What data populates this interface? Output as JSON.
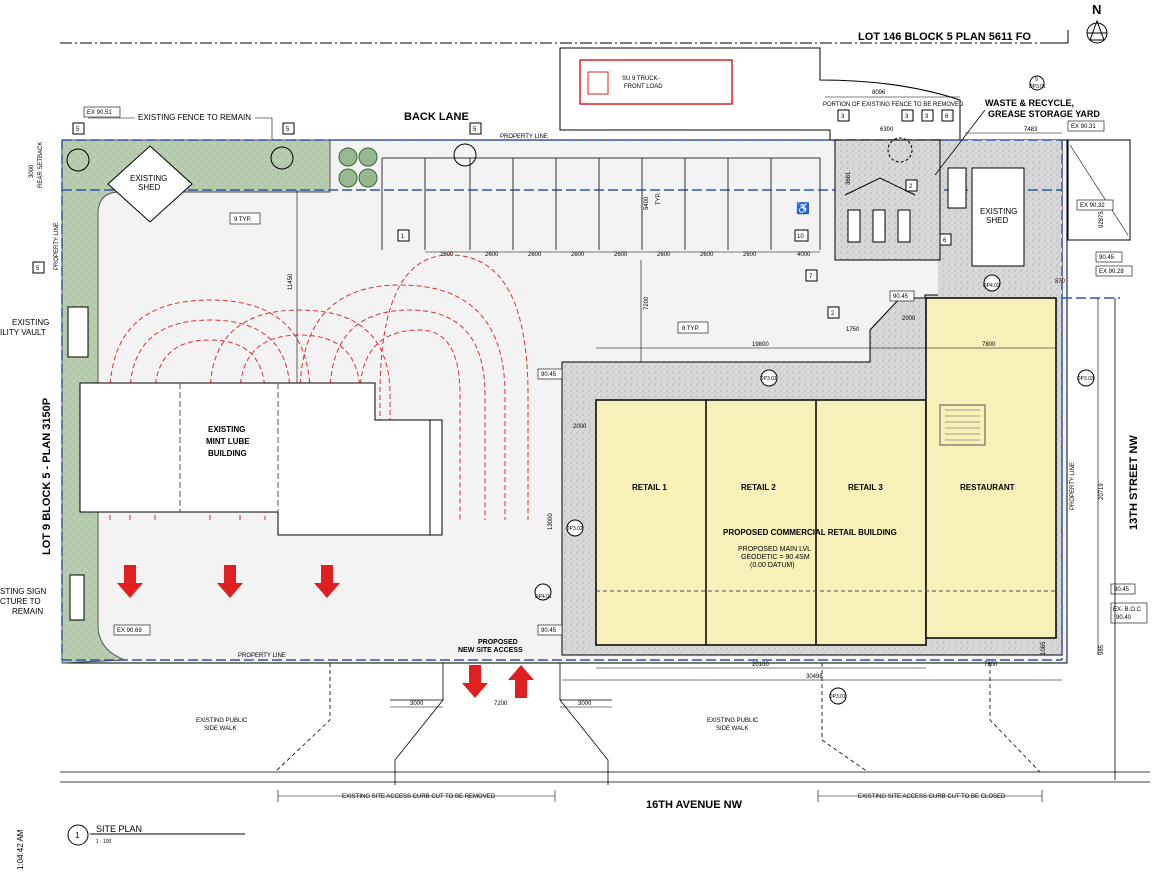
{
  "north_label": "N",
  "labels": {
    "lot146": "LOT 146 BLOCK 5 PLAN 5611 FO",
    "lot9": "LOT 9 BLOCK 5 - PLAN 3150P",
    "back_lane": "BACK LANE",
    "street_13": "13TH STREET NW",
    "ave_16": "16TH AVENUE NW",
    "property_line": "PROPERTY LINE",
    "existing_fence": "EXISTING FENCE TO REMAIN",
    "existing_shed": "EXISTING",
    "existing_shed_2": "SHED",
    "truck_1": "SU 9 TRUCK-",
    "truck_2": "FRONT LOAD",
    "fence_removed": "PORTION OF EXISTING FENCE TO BE REMOVED",
    "waste_1": "WASTE & RECYCLE,",
    "waste_2": "GREASE STORAGE YARD",
    "utility_1": "EXISTING",
    "utility_2": "ILITY VAULT",
    "mint_1": "EXISTING",
    "mint_2": "MINT LUBE",
    "mint_3": "BUILDING",
    "sign_1": "STING SIGN",
    "sign_2": "CTURE TO",
    "sign_3": "REMAIN",
    "retail1": "RETAIL 1",
    "retail2": "RETAIL 2",
    "retail3": "RETAIL 3",
    "restaurant": "RESTAURANT",
    "proposed_bldg": "PROPOSED COMMERCIAL RETAIL BUILDING",
    "main_lvl_1": "PROPOSED MAIN LVL",
    "main_lvl_2": "GEODETIC = 90.4SM",
    "main_lvl_3": "(0.00 DATUM)",
    "new_access_1": "PROPOSED",
    "new_access_2": "NEW SITE ACCESS",
    "sidewalk_1": "EXISTING PUBLIC",
    "sidewalk_2": "SIDE WALK",
    "curb_removed": "EXISTING SITE ACCESS CURB CUT TO BE REMOVED",
    "curb_closed": "EXISTING SITE ACCESS CURB CUT TO BE CLOSED",
    "site_plan": "SITE PLAN",
    "scale": "1 : 100",
    "timestamp": "1:04:42 AM",
    "rear_setback": "REAR SETBACK",
    "nine_typ": "9 TYP.",
    "eight_typ": "8 TYP.",
    "typ": "TYP."
  },
  "dimensions": {
    "d2600": "2600",
    "d4000": "4000",
    "d5400": "5400",
    "d7200": "7200",
    "d11450": "11450",
    "d19800": "19800",
    "d7800": "7800",
    "d20100": "20100",
    "d30498": "30498",
    "d3000": "3000",
    "d7200b": "7200",
    "d8096": "8096",
    "d6300": "6300",
    "d7483": "7483",
    "d1750": "1750",
    "d2000": "2000",
    "d13000": "13000",
    "d20719": "20719",
    "d3661": "3661",
    "d92875": "92875",
    "d870": "870",
    "d3000v": "3000",
    "d1065": "1065",
    "d985": "985"
  },
  "elevations": {
    "ex9051": "EX 90.51",
    "ex9031": "EX 90.31",
    "ex9032": "EX 90.32",
    "ex9028": "EX 90.28",
    "e9045a": "90.45",
    "e9045b": "90.45",
    "e9045c": "90.45",
    "e9045d": "90.45",
    "e9045e": "90.45",
    "ex9069": "EX 90.69",
    "boc_1": "EX- B.O.C",
    "boc_2": "90.40"
  },
  "tags": {
    "t5": "5",
    "t1": "1",
    "t10": "10",
    "t3": "3",
    "t6": "6",
    "t2": "2",
    "t7": "7",
    "dp301": "DP3.01",
    "dp302": "DP3.02",
    "dp303": "DP3.03",
    "dp401": "DP4.01",
    "dp302b": "DP3.02",
    "dp301b": "DP3.01",
    "dp301c": "DP3.01",
    "dp301d": "DP3.01",
    "dp402": "DP4.02",
    "view_no": "1",
    "dp_title": "9"
  },
  "colors": {
    "building_fill": "#f7f0b8",
    "landscape_fill": "#b8ccb0",
    "paving_fill": "#d9d9d9",
    "lot_fill": "#f3f3f3",
    "turn_path": "#e03030",
    "arrow": "#e02020",
    "property_line": "#3355aa",
    "truck": "#dd2222"
  }
}
